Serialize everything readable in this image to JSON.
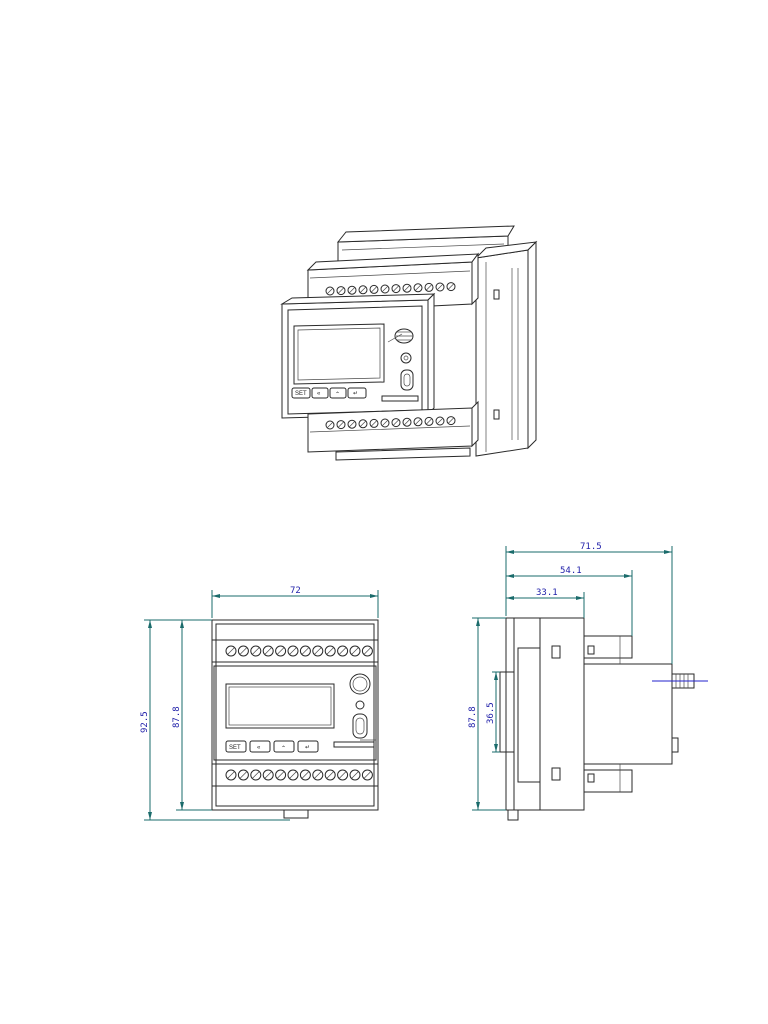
{
  "dimensions": {
    "front_width": "72",
    "front_height_overall": "92.5",
    "front_height_body": "87.8",
    "side_depth_total": "71.5",
    "side_depth_mid": "54.1",
    "side_depth_front": "33.1",
    "side_height_body": "87.8",
    "side_rail_height": "36.5"
  },
  "buttons": {
    "set_label": "SET",
    "left_symbol": "«",
    "up_symbol": "⌃",
    "enter_symbol": "↵"
  },
  "colors": {
    "outline": "#2a2a2a",
    "dimension_line": "#1a6b6b",
    "dimension_text": "#2222aa"
  }
}
